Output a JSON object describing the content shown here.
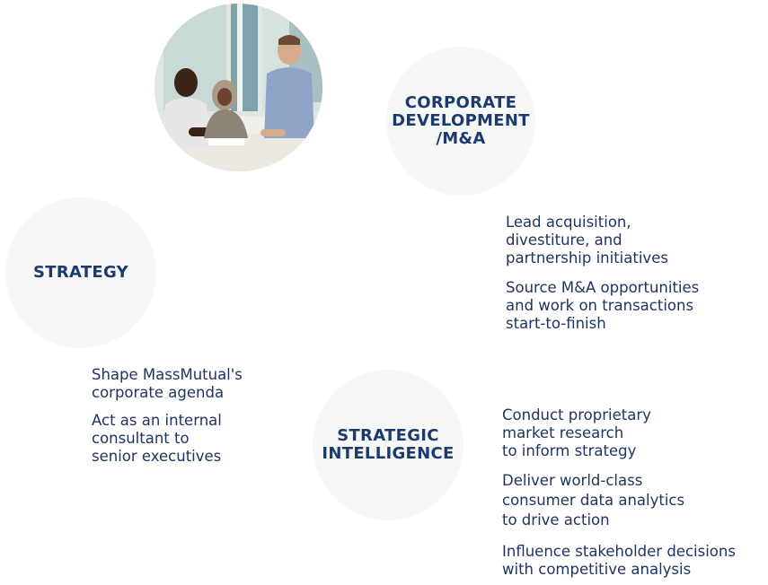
{
  "photo": {
    "description_icon": "meeting-photo"
  },
  "nodes": {
    "corporate_development": {
      "title_line1": "CORPORATE",
      "title_line2": "DEVELOPMENT",
      "title_line3": "/M&A",
      "bullets": [
        "Lead acquisition,\ndivestiture, and\npartnership initiatives",
        "Source M&A opportunities\nand work on transactions\nstart-to-finish"
      ]
    },
    "strategy": {
      "title": "STRATEGY",
      "bullets": [
        "Shape MassMutual's\ncorporate agenda",
        "Act as an internal\nconsultant to\nsenior executives"
      ]
    },
    "strategic_intelligence": {
      "title_line1": "STRATEGIC",
      "title_line2": "INTELLIGENCE",
      "bullets": [
        "Conduct proprietary\nmarket research\nto inform strategy",
        "Deliver world-class\nconsumer data analytics\nto drive action",
        "Influence stakeholder decisions\nwith competitive analysis"
      ]
    }
  },
  "colors": {
    "title": "#1c3a6e",
    "text": "#1f3561",
    "circle_bg": "#f6f8f8"
  }
}
